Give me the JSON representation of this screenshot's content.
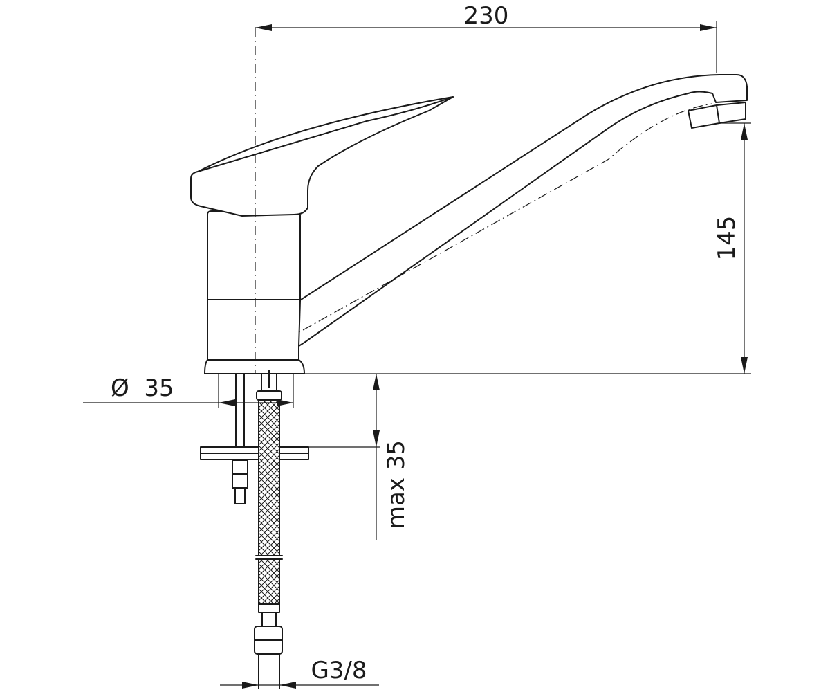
{
  "dimensions": {
    "reach": "230",
    "spout_height": "145",
    "base_diameter": "Ø  35",
    "max_thickness": "max 35",
    "connection": "G3/8"
  },
  "colors": {
    "line": "#1a1a1a",
    "background": "#ffffff"
  }
}
